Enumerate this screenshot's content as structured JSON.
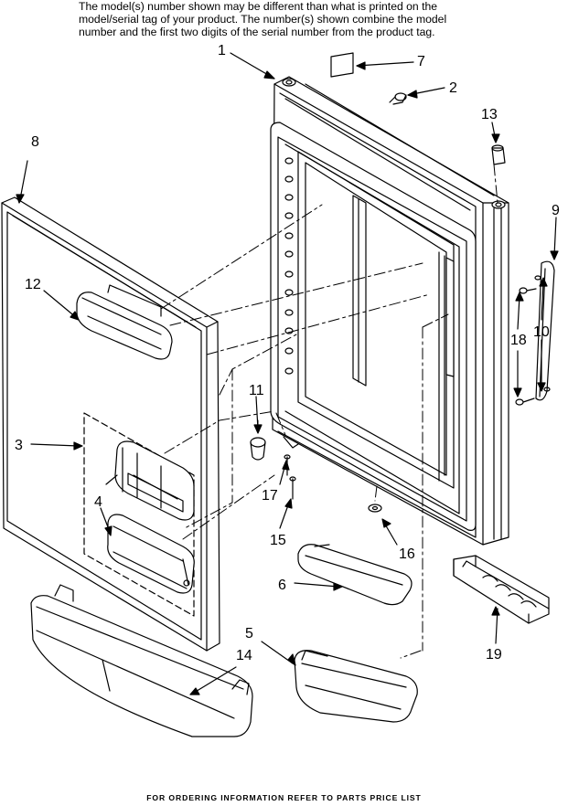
{
  "header": {
    "line1": "The model(s) number shown may be different than what is printed on the",
    "line2": "model/serial tag of your product. The number(s) shown combine the model",
    "line3": "number and the first two digits of the serial number from the product tag."
  },
  "footer": {
    "text": "FOR ORDERING INFORMATION REFER TO PARTS PRICE LIST"
  },
  "callouts": {
    "c1": "1",
    "c2": "2",
    "c3": "3",
    "c4": "4",
    "c5": "5",
    "c6": "6",
    "c7": "7",
    "c8": "8",
    "c9": "9",
    "c10": "10",
    "c11": "11",
    "c12": "12",
    "c13": "13",
    "c14": "14",
    "c15": "15",
    "c16": "16",
    "c17": "17",
    "c18": "18",
    "c19": "19"
  }
}
